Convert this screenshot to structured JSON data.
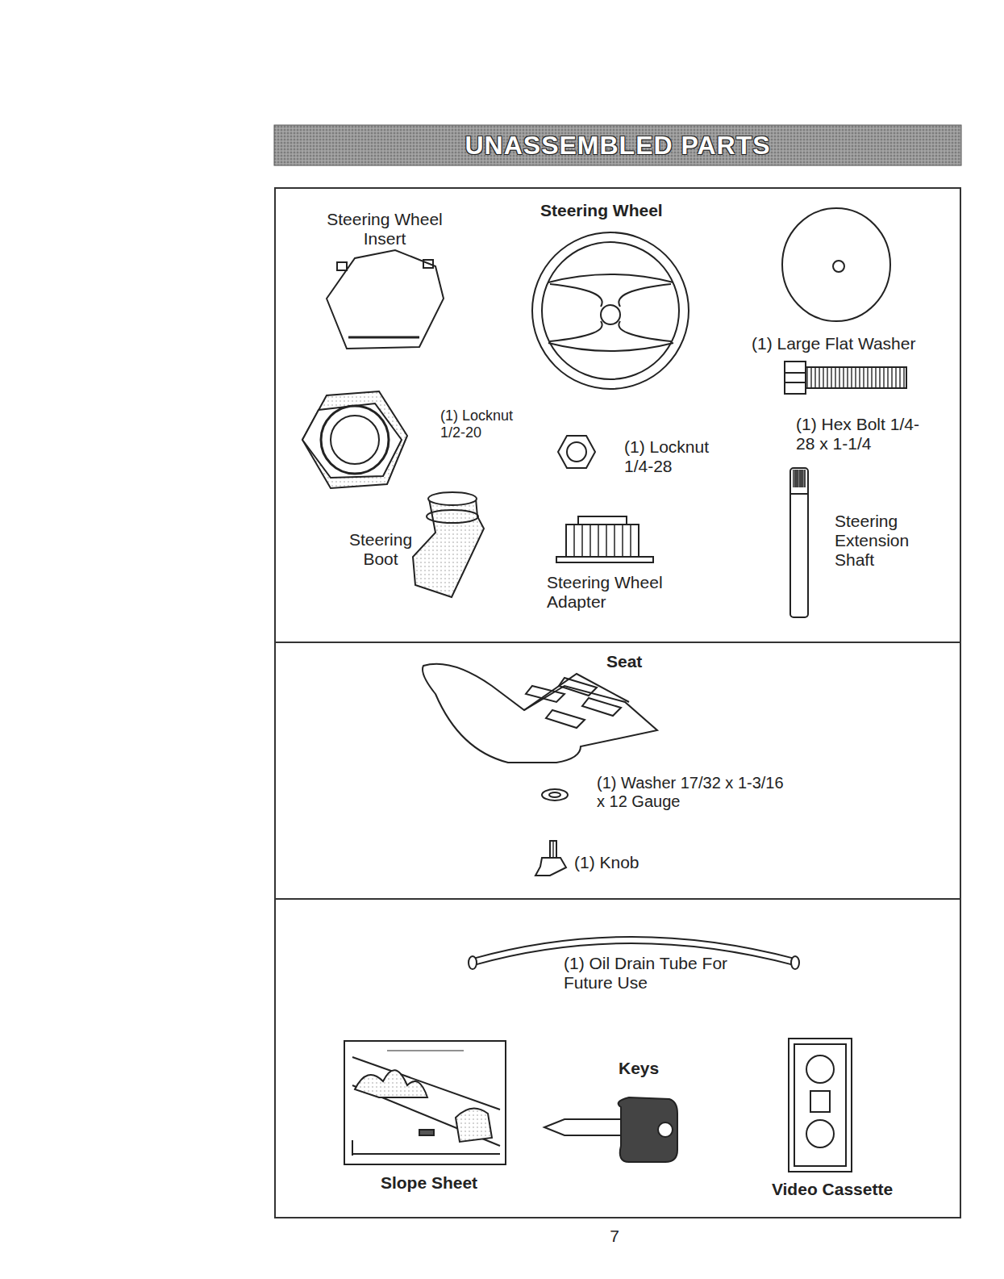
{
  "diagram": {
    "title": "UNASSEMBLED PARTS",
    "nodes": [
      {
        "text": [
          "Steering Wheel Insert",
          "Steering Wheel",
          "(1) Large Flat Washer",
          "(1) Locknut 1/2-20",
          "(1) Locknut 1/4-28",
          "(1) Hex Bolt 1/4-28 x 1-1/4",
          "Steering Boot",
          "Steering Wheel Adapter",
          "Steering Extension Shaft"
        ]
      },
      {
        "text": [
          "Seat",
          "(1) Washer 17/32 x 1-3/16 x 12 Gauge",
          "(1) Knob"
        ]
      },
      {
        "text": [
          "(1) Oil Drain Tube For Future Use",
          "Slope Sheet",
          "Keys",
          "Video Cassette"
        ]
      }
    ],
    "labels": [
      "7"
    ]
  }
}
